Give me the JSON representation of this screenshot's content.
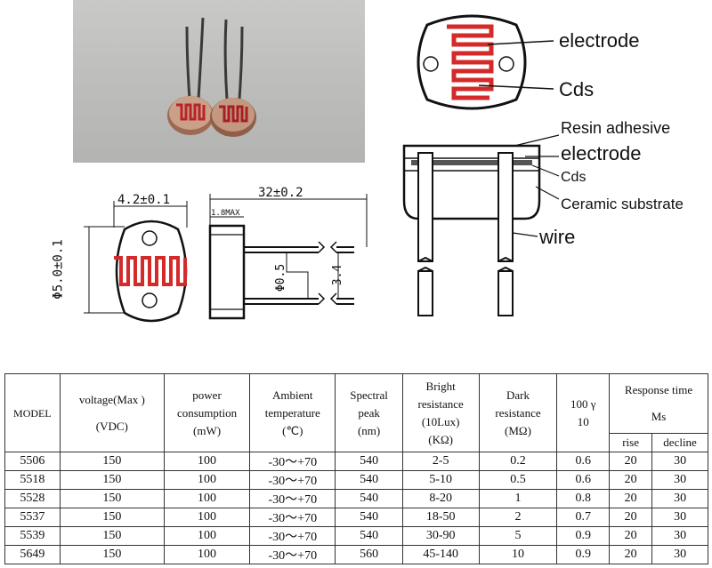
{
  "labels": {
    "electrode_top": "electrode",
    "cds_top": "Cds",
    "resin": "Resin adhesive",
    "electrode_side": "electrode",
    "cds_side": "Cds",
    "ceramic": "Ceramic substrate",
    "wire": "wire"
  },
  "dimensions": {
    "width": "4.2±0.1",
    "length": "32±0.2",
    "height_max": "1.8MAX",
    "diameter": "Φ5.0±0.1",
    "pin_diameter": "Φ0.5",
    "pin_spacing": "3.4"
  },
  "table": {
    "headers": {
      "model": "MODEL",
      "voltage_1": "voltage(Max )",
      "voltage_2": "(VDC)",
      "power_1": "power",
      "power_2": "consumption",
      "power_3": "(mW)",
      "temp_1": "Ambient",
      "temp_2": "temperature",
      "temp_3": "(℃)",
      "spectral_1": "Spectral",
      "spectral_2": "peak",
      "spectral_3": "(nm)",
      "bright_1": "Bright",
      "bright_2": "resistance",
      "bright_3": "(10Lux)",
      "bright_4": "(KΩ)",
      "dark_1": "Dark",
      "dark_2": "resistance",
      "dark_3": "(MΩ)",
      "gamma_1": "100 γ",
      "gamma_2": "10",
      "response_1": "Response time",
      "response_2": "Ms",
      "rise": "rise",
      "decline": "decline"
    },
    "rows": [
      [
        "5506",
        "150",
        "100",
        "-30～+70",
        "540",
        "2-5",
        "0.2",
        "0.6",
        "20",
        "30"
      ],
      [
        "5518",
        "150",
        "100",
        "-30～+70",
        "540",
        "5-10",
        "0.5",
        "0.6",
        "20",
        "30"
      ],
      [
        "5528",
        "150",
        "100",
        "-30～+70",
        "540",
        "8-20",
        "1",
        "0.8",
        "20",
        "30"
      ],
      [
        "5537",
        "150",
        "100",
        "-30～+70",
        "540",
        "18-50",
        "2",
        "0.7",
        "20",
        "30"
      ],
      [
        "5539",
        "150",
        "100",
        "-30～+70",
        "540",
        "30-90",
        "5",
        "0.9",
        "20",
        "30"
      ],
      [
        "5649",
        "150",
        "100",
        "-30～+70",
        "560",
        "45-140",
        "10",
        "0.9",
        "20",
        "30"
      ]
    ]
  },
  "colors": {
    "cds_red": "#d42a2a",
    "line": "#111111"
  }
}
